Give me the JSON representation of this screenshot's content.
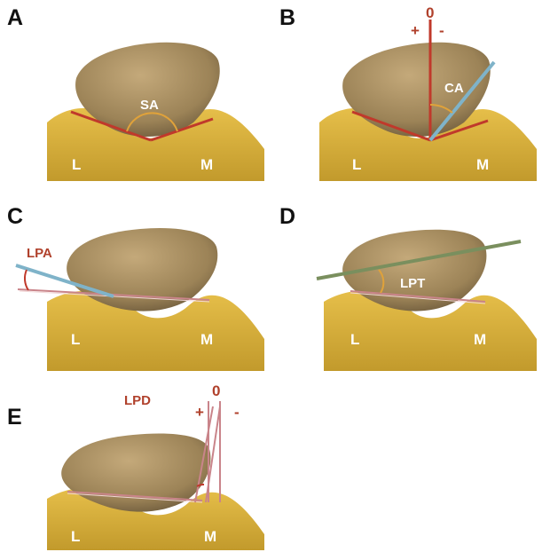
{
  "colors": {
    "femur": "#d9b23d",
    "patella": "#a88f62",
    "red_line": "#c0392b",
    "blue_line": "#7fb3c9",
    "green_line": "#7a8f5e",
    "pink_line": "#c9848a",
    "angle_arc": "#e0a23a",
    "label_white": "#ffffff",
    "label_red": "#b0412c"
  },
  "panels": [
    {
      "id": "A",
      "letter": "A",
      "angle_label": "SA",
      "lateral": "L",
      "medial": "M"
    },
    {
      "id": "B",
      "letter": "B",
      "angle_label": "CA",
      "lateral": "L",
      "medial": "M",
      "zero": "0",
      "plus": "+",
      "minus": "-"
    },
    {
      "id": "C",
      "letter": "C",
      "angle_label": "LPA",
      "lateral": "L",
      "medial": "M"
    },
    {
      "id": "D",
      "letter": "D",
      "angle_label": "LPT",
      "lateral": "L",
      "medial": "M"
    },
    {
      "id": "E",
      "letter": "E",
      "angle_label": "LPD",
      "lateral": "L",
      "medial": "M",
      "zero": "0",
      "plus": "+",
      "minus": "-"
    }
  ]
}
